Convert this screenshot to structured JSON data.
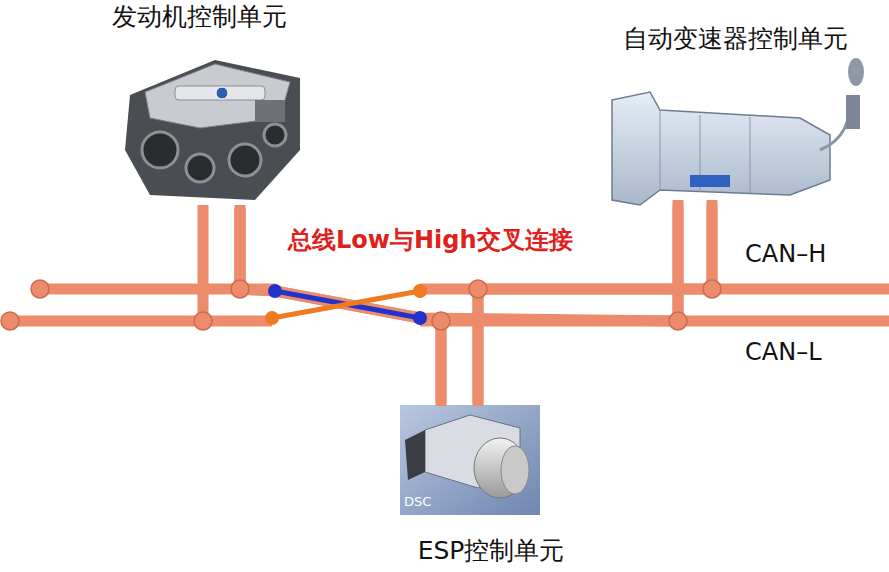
{
  "diagram": {
    "nodes": [
      {
        "text": [
          "发动机控制单元"
        ]
      },
      {
        "text": [
          "自动变速器控制单元"
        ]
      },
      {
        "text": [
          "ESP控制单元"
        ]
      }
    ],
    "edges": [
      {
        "from": 0,
        "to": 1,
        "arrow": "none"
      },
      {
        "from": 0,
        "to": 2,
        "arrow": "none"
      },
      {
        "from": 2,
        "to": 1,
        "arrow": "none"
      }
    ],
    "labels": [
      "总线Low与High交叉连接",
      "CAN–H",
      "CAN–L",
      "DSC"
    ]
  }
}
